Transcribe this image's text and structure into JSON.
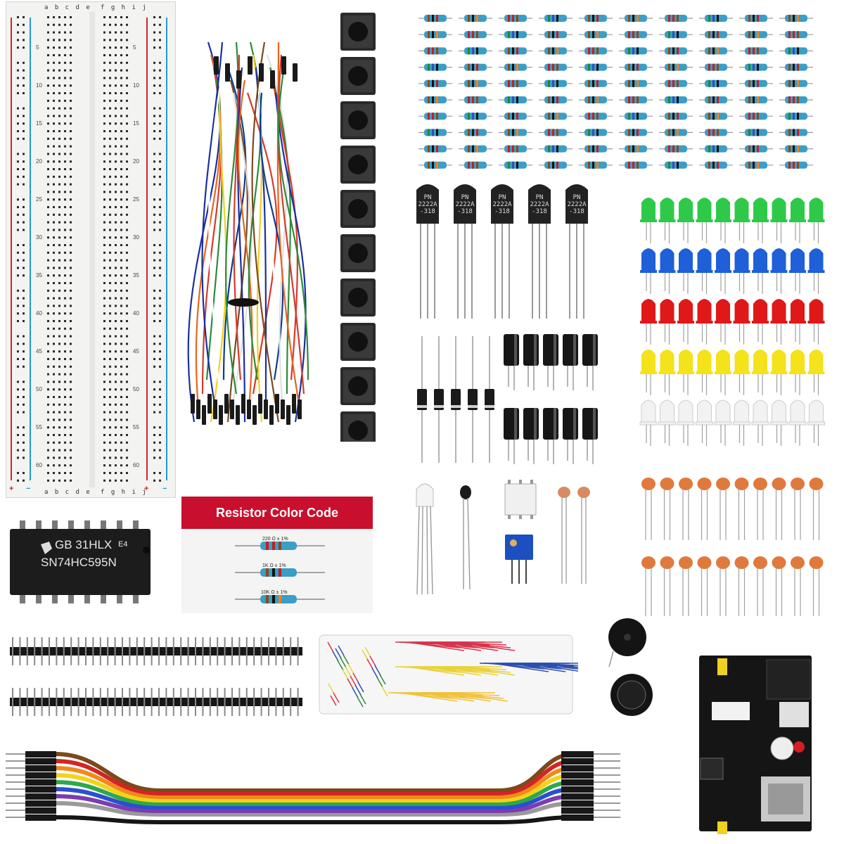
{
  "breadboard": {
    "letters_left": "a b c d e",
    "letters_right": "f g h i j",
    "row_numbers": [
      "5",
      "10",
      "15",
      "20",
      "25",
      "30",
      "35",
      "40",
      "45",
      "50",
      "55",
      "60"
    ],
    "plus": "+",
    "minus": "−"
  },
  "resistor_card": {
    "title": "Resistor Color Code",
    "labels": [
      "220 Ω  ± 1%",
      "1K Ω  ± 1%",
      "10K Ω  ± 1%"
    ]
  },
  "ic_chip": {
    "line1": "GB 31HLX",
    "code": "E4",
    "line2": "SN74HC595N"
  },
  "transistor": {
    "marking": "PN\n2222A\n-318",
    "count": 5
  },
  "colors": {
    "breadboard_red_rail": "#d0242a",
    "breadboard_blue_rail": "#1e9ad6",
    "card_red": "#c8102e",
    "led_green": "#2fc94a",
    "led_blue": "#1f5fd8",
    "led_red": "#e01818",
    "led_yellow": "#f4e21a",
    "led_white": "#f2f2f2",
    "ceramic_cap": "#e07a3c",
    "resistor_body": "#3b9ec6"
  }
}
